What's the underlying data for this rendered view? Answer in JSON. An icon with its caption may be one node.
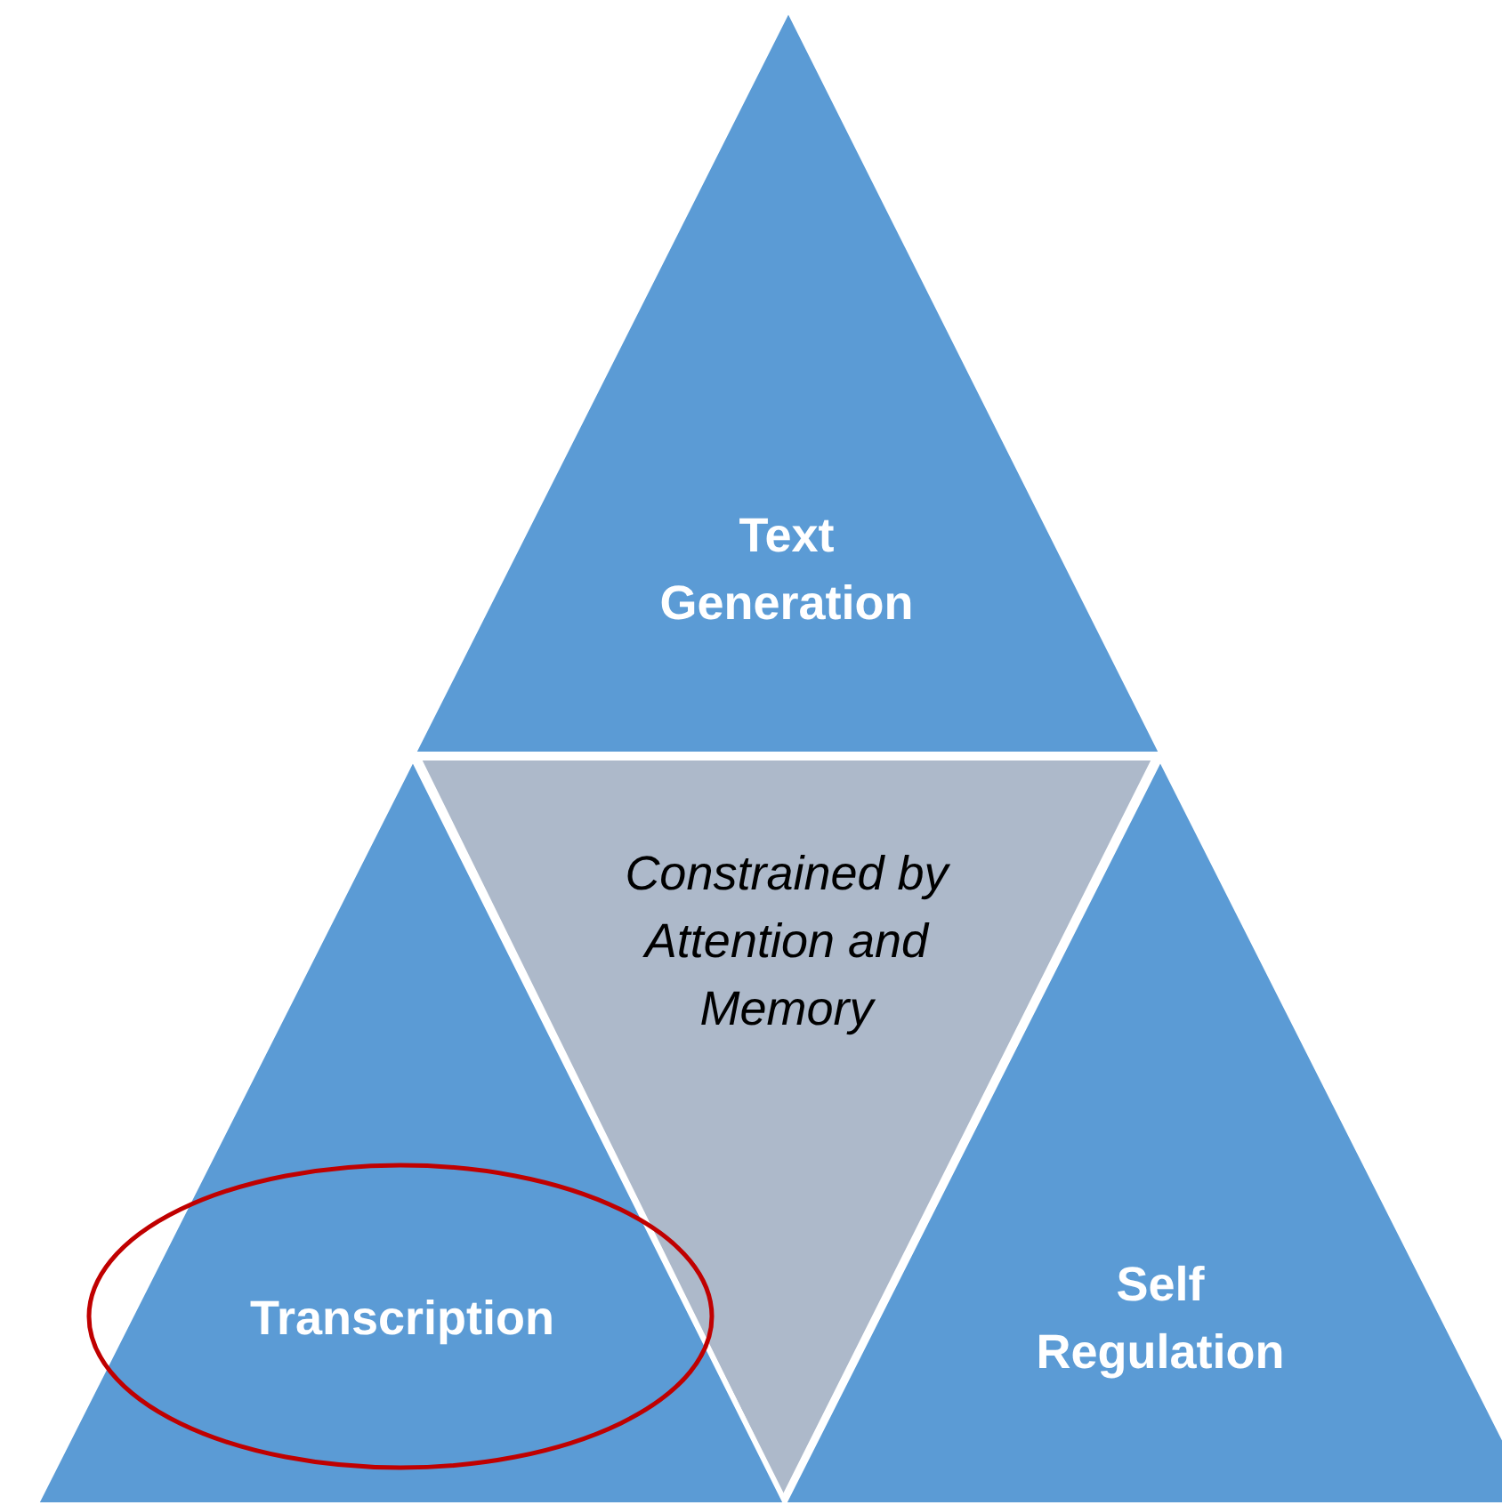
{
  "diagram": {
    "nodes": [
      {
        "text": [
          "Text Generation"
        ]
      },
      {
        "text": [
          "Constrained by Attention and Memory"
        ]
      },
      {
        "text": [
          "Transcription"
        ]
      },
      {
        "text": [
          "Self Regulation"
        ]
      }
    ]
  }
}
